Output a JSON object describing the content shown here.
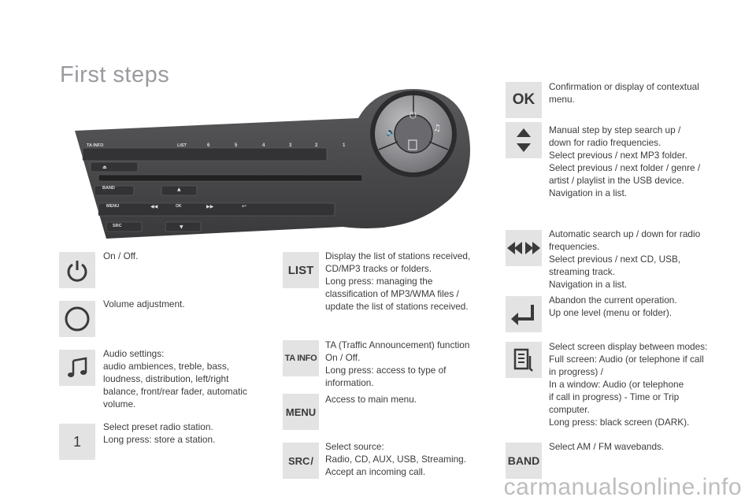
{
  "title": "First steps",
  "panel": {
    "ta_info": "TA INFO",
    "list": "LIST",
    "presets": [
      "6",
      "5",
      "4",
      "3",
      "2",
      "1"
    ],
    "band": "BAND",
    "menu": "MENU",
    "ok": "OK",
    "src": "SRC"
  },
  "icons": {
    "ok": "OK",
    "list": "LIST",
    "ta_info": "TA INFO",
    "menu": "MENU",
    "src": "SRC",
    "band": "BAND",
    "preset": "1"
  },
  "items": {
    "ok": [
      "Confirmation or display of contextual",
      "menu."
    ],
    "updown": [
      "Manual step by step search up /",
      "down for radio frequencies.",
      "Select previous / next MP3 folder.",
      "Select previous / next folder / genre /",
      "artist / playlist in the USB device.",
      "Navigation in a list."
    ],
    "power": [
      "On / Off."
    ],
    "list": [
      "Display the list of stations received,",
      "CD/MP3 tracks or folders.",
      "Long press: managing the",
      "classification of MP3/WMA files /",
      "update the list of stations received."
    ],
    "seek": [
      "Automatic search up / down for radio",
      "frequencies.",
      "Select previous / next CD, USB,",
      "streaming track.",
      "Navigation in a list."
    ],
    "volume": [
      "Volume adjustment."
    ],
    "back": [
      "Abandon the current operation.",
      "Up one level (menu or folder)."
    ],
    "audio": [
      "Audio settings:",
      "audio ambiences, treble, bass,",
      "loudness, distribution, left/right",
      "balance, front/rear fader, automatic",
      "volume."
    ],
    "ta": [
      "TA (Traffic Announcement) function",
      "On / Off.",
      "Long press: access to type of",
      "information."
    ],
    "screen": [
      "Select screen display between modes:",
      "Full screen: Audio (or telephone if call",
      "in progress) /",
      "In a window: Audio (or telephone",
      "if call in progress) - Time or Trip",
      "computer.",
      "Long press: black screen (DARK)."
    ],
    "menu": [
      "Access to main menu."
    ],
    "preset": [
      "Select preset radio station.",
      "Long press: store a station."
    ],
    "src": [
      "Select source:",
      "Radio, CD, AUX, USB, Streaming.",
      "Accept an incoming call."
    ],
    "band": [
      "Select AM / FM wavebands."
    ]
  },
  "watermark": "carmanualsonline.info",
  "colors": {
    "icon_bg": "#e3e3e3",
    "panel": "#4a4a4c",
    "title": "#9a9aa0"
  }
}
